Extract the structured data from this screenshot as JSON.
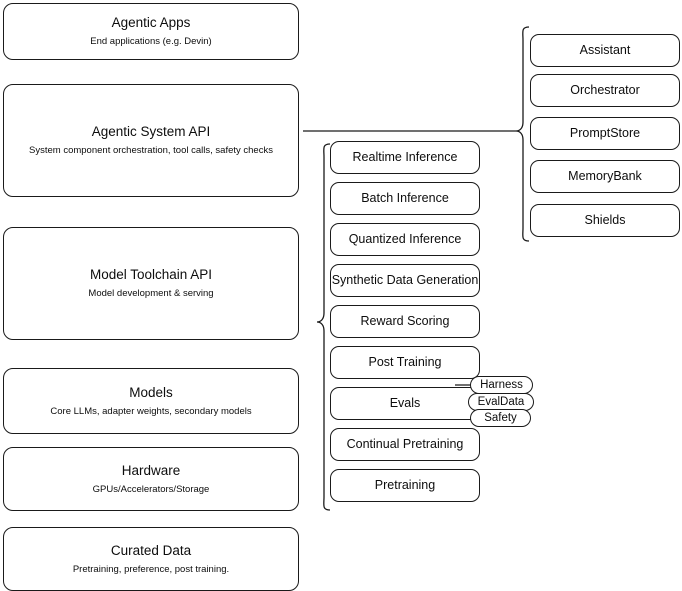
{
  "diagram": {
    "type": "layered-stack-diagram",
    "background_color": "#ffffff",
    "stroke_color": "#1a1a1a",
    "layers": [
      {
        "id": "agentic-apps",
        "title": "Agentic Apps",
        "subtitle": "End applications (e.g. Devin)"
      },
      {
        "id": "agentic-system-api",
        "title": "Agentic System API",
        "subtitle": "System component orchestration, tool calls, safety checks"
      },
      {
        "id": "model-toolchain-api",
        "title": "Model Toolchain API",
        "subtitle": "Model development & serving"
      },
      {
        "id": "models",
        "title": "Models",
        "subtitle": "Core LLMs, adapter weights, secondary models"
      },
      {
        "id": "hardware",
        "title": "Hardware",
        "subtitle": "GPUs/Accelerators/Storage"
      },
      {
        "id": "curated-data",
        "title": "Curated Data",
        "subtitle": "Pretraining, preference, post training."
      }
    ],
    "toolchain_components": [
      {
        "id": "realtime-inference",
        "label": "Realtime Inference"
      },
      {
        "id": "batch-inference",
        "label": "Batch Inference"
      },
      {
        "id": "quantized-inference",
        "label": "Quantized Inference"
      },
      {
        "id": "synthetic-data-generation",
        "label": "Synthetic Data Generation"
      },
      {
        "id": "reward-scoring",
        "label": "Reward Scoring"
      },
      {
        "id": "post-training",
        "label": "Post Training"
      },
      {
        "id": "evals",
        "label": "Evals"
      },
      {
        "id": "continual-pretraining",
        "label": "Continual Pretraining"
      },
      {
        "id": "pretraining",
        "label": "Pretraining"
      }
    ],
    "system_components": [
      {
        "id": "assistant",
        "label": "Assistant"
      },
      {
        "id": "orchestrator",
        "label": "Orchestrator"
      },
      {
        "id": "promptstore",
        "label": "PromptStore"
      },
      {
        "id": "memorybank",
        "label": "MemoryBank"
      },
      {
        "id": "shields",
        "label": "Shields"
      }
    ],
    "eval_subcomponents": [
      {
        "id": "harness",
        "label": "Harness"
      },
      {
        "id": "evaldata",
        "label": "EvalData"
      },
      {
        "id": "safety",
        "label": "Safety"
      }
    ]
  }
}
